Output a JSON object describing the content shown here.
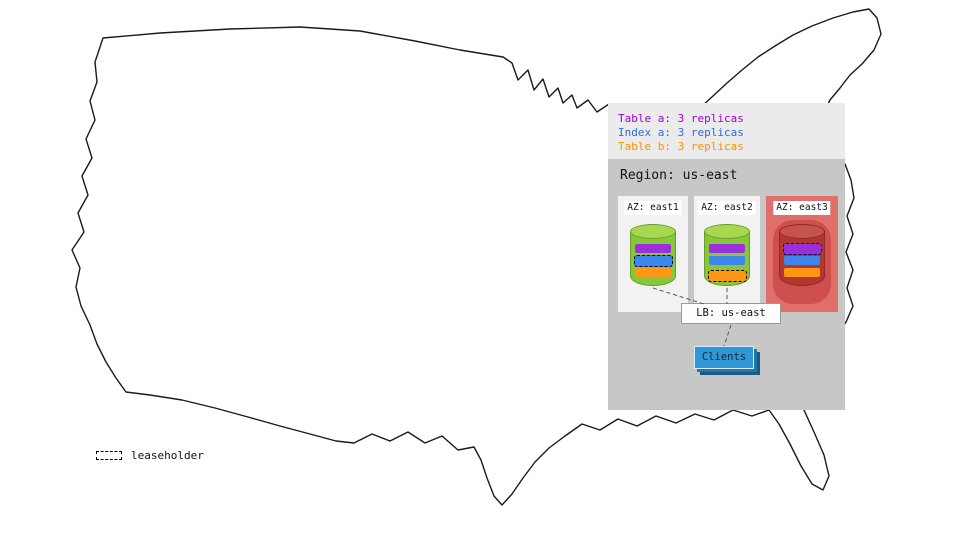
{
  "overlay": {
    "replica_summary": [
      {
        "label": "Table a: 3 replicas",
        "color": "#a300cc"
      },
      {
        "label": "Index a: 3 replicas",
        "color": "#2e6bdb"
      },
      {
        "label": "Table b: 3 replicas",
        "color": "#ff9200"
      }
    ],
    "region": {
      "title": "Region: us-east",
      "azs": [
        {
          "label": "AZ: east1",
          "highlighted": false,
          "replicas": [
            {
              "name": "Table a",
              "color": "#9b2fd9",
              "leaseholder": false
            },
            {
              "name": "Index a",
              "color": "#3d87ea",
              "leaseholder": true
            },
            {
              "name": "Table b",
              "color": "#ff9714",
              "leaseholder": false
            }
          ]
        },
        {
          "label": "AZ: east2",
          "highlighted": false,
          "replicas": [
            {
              "name": "Table a",
              "color": "#9b2fd9",
              "leaseholder": false
            },
            {
              "name": "Index a",
              "color": "#3d87ea",
              "leaseholder": false
            },
            {
              "name": "Table b",
              "color": "#ff9714",
              "leaseholder": true
            }
          ]
        },
        {
          "label": "AZ: east3",
          "highlighted": true,
          "replicas": [
            {
              "name": "Table a",
              "color": "#9b2fd9",
              "leaseholder": true
            },
            {
              "name": "Index a",
              "color": "#3d87ea",
              "leaseholder": false
            },
            {
              "name": "Table b",
              "color": "#ff9714",
              "leaseholder": false
            }
          ]
        }
      ],
      "load_balancer": {
        "label": "LB: us-east"
      },
      "clients": {
        "label": "Clients"
      }
    }
  },
  "map_key": {
    "leaseholder_label": "leaseholder"
  },
  "colors": {
    "purple": "#9b2fd9",
    "blue": "#3d87ea",
    "orange": "#ff9714",
    "cylinder_green": "#86c73c",
    "cylinder_red": "#b2372e",
    "az_highlight_bg": "#e06e6a",
    "region_bg": "#c7c7c7",
    "summary_bg": "#ebebeb",
    "clients_blue": "#2f97d5"
  }
}
